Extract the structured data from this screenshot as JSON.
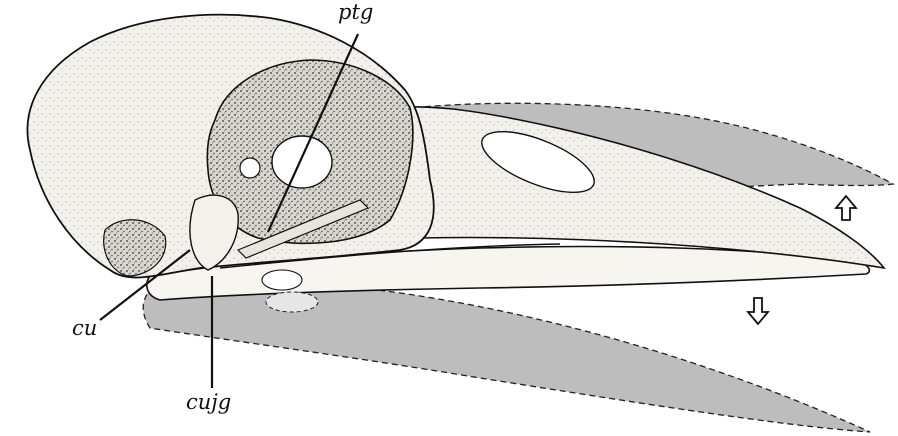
{
  "labels": {
    "ptg": "ptg",
    "cu": "cu",
    "cujg": "cujg"
  },
  "colors": {
    "movement_shadow": "#bdbdbd",
    "bone": "#f7f5f0",
    "ink": "#111111",
    "dark_hollow": "#3a3a3a"
  },
  "arrows": [
    {
      "name": "upper-jaw-up",
      "direction": "up"
    },
    {
      "name": "lower-jaw-down",
      "direction": "down"
    }
  ]
}
